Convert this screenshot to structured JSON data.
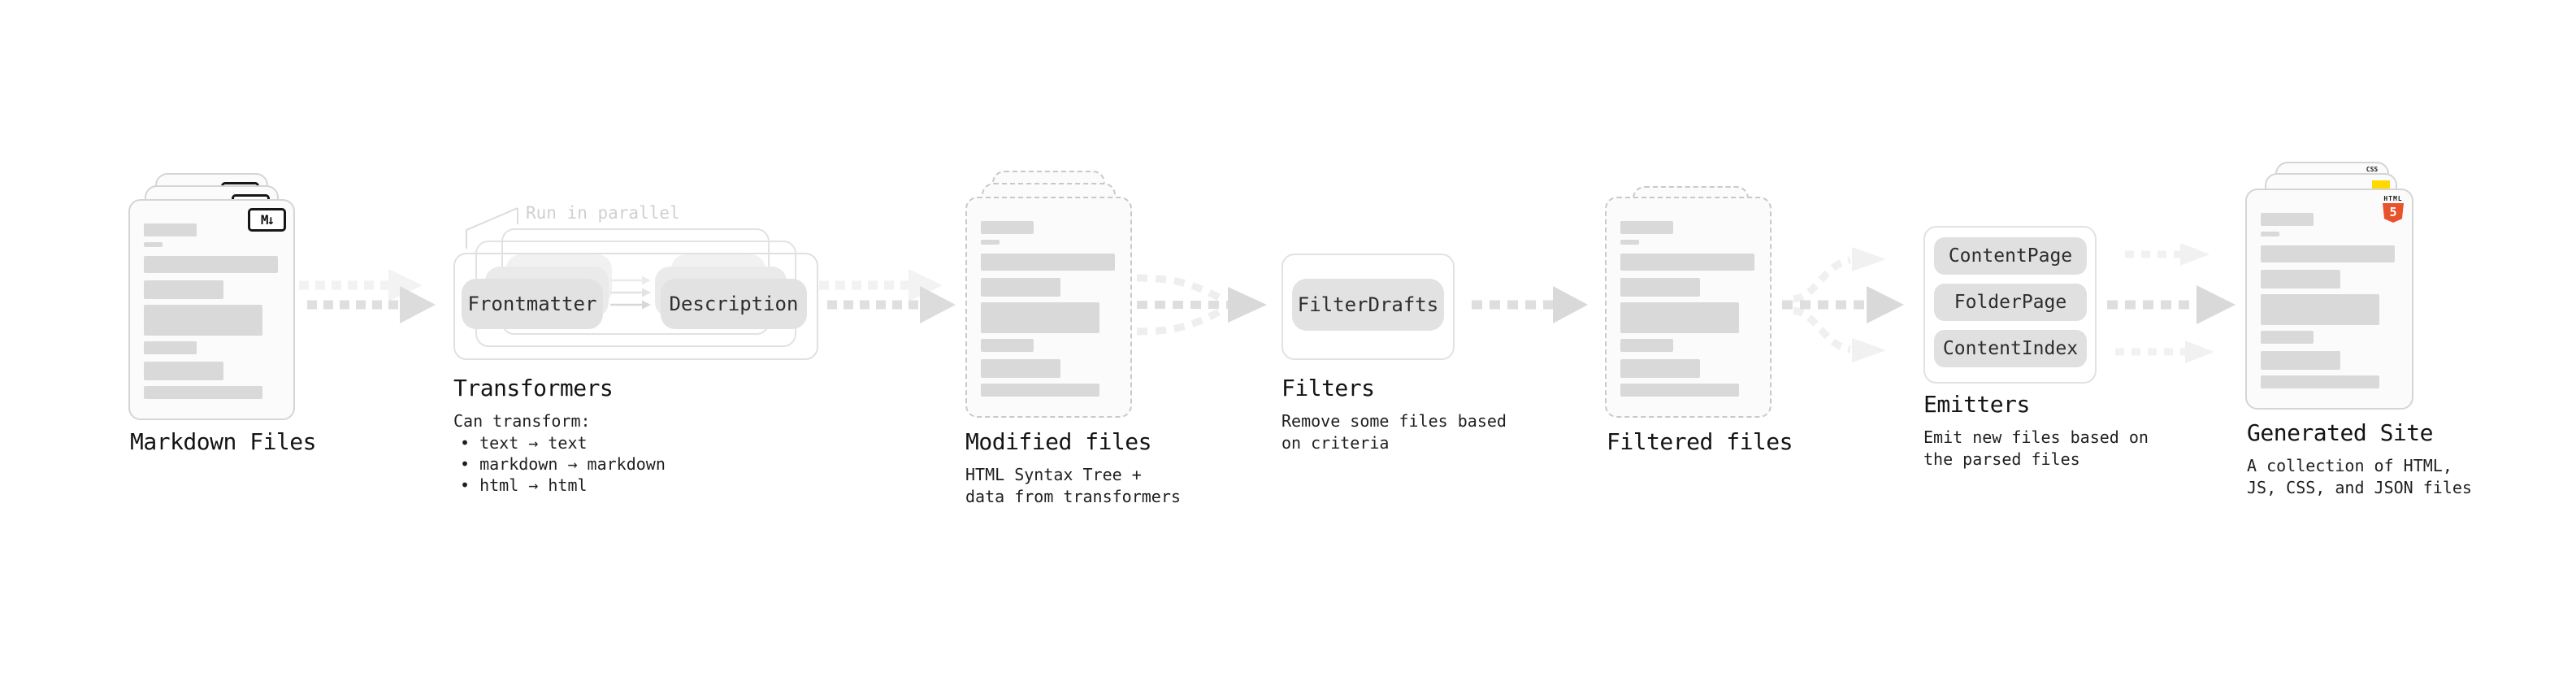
{
  "stages": {
    "markdown": {
      "title": "Markdown Files",
      "badge": "M↓"
    },
    "transformers": {
      "title": "Transformers",
      "note": "Run in parallel",
      "pill_left": "Frontmatter",
      "pill_right": "Description",
      "sub_head": "Can transform:",
      "bullets": [
        "• text → text",
        "• markdown → markdown",
        "• html → html"
      ]
    },
    "modified": {
      "title": "Modified files",
      "subtitle": "HTML Syntax Tree +\ndata from transformers"
    },
    "filters": {
      "title": "Filters",
      "pill": "FilterDrafts",
      "subtitle": "Remove some files based\non criteria"
    },
    "filtered": {
      "title": "Filtered files"
    },
    "emitters": {
      "title": "Emitters",
      "pills": [
        "ContentPage",
        "FolderPage",
        "ContentIndex"
      ],
      "subtitle": "Emit new files based on\nthe parsed files"
    },
    "generated": {
      "title": "Generated Site",
      "subtitle": "A collection of HTML,\nJS, CSS, and JSON files",
      "css_badge": "CSS",
      "html_badge_label": "HTML",
      "html_badge_number": "5"
    }
  },
  "colors": {
    "js_badge_yellow": "#ffd900",
    "css_badge_blue": "#2563eb",
    "html5_orange": "#e8532c",
    "card_border": "#d5d5d5",
    "arrow_gray": "#dedede",
    "arrow_light_gray": "#f1f1f1"
  }
}
